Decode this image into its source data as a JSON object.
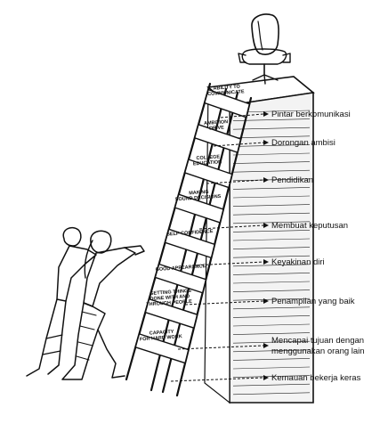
{
  "diagram": {
    "ladder_rungs": [
      {
        "lines": [
          "ABILITY TO",
          "COMMUNICATE"
        ]
      },
      {
        "lines": [
          "AMBITION -",
          "DRIVE"
        ]
      },
      {
        "lines": [
          "COLLEGE",
          "EDUCATION"
        ]
      },
      {
        "lines": [
          "MAKING",
          "SOUND DECISIONS"
        ]
      },
      {
        "lines": [
          "SELF-CONFIDENCE"
        ]
      },
      {
        "lines": [
          "GOOD APPEARANCE"
        ]
      },
      {
        "lines": [
          "GETTING THINGS",
          "DONE WITH AND",
          "THROUGH PEOPLE"
        ]
      },
      {
        "lines": [
          "CAPACITY",
          "FOR HARD WORK"
        ]
      }
    ],
    "callouts": [
      {
        "lines": [
          "Pintar berkomunikasi"
        ]
      },
      {
        "lines": [
          "Dorongan ambisi"
        ]
      },
      {
        "lines": [
          "Pendidikan"
        ]
      },
      {
        "lines": [
          "Membuat keputusan"
        ]
      },
      {
        "lines": [
          "Keyakinan diri"
        ]
      },
      {
        "lines": [
          "Penampilan yang baik"
        ]
      },
      {
        "lines": [
          "Mencapai tujuan dengan",
          "menggunakan orang lain"
        ]
      },
      {
        "lines": [
          "Kemauan bekerja keras"
        ]
      }
    ],
    "icons": [
      "office-chair-icon",
      "people-climbing-illustration",
      "pedestal-tower"
    ],
    "colors": {
      "ink": "#111111",
      "paper": "#ffffff"
    }
  }
}
